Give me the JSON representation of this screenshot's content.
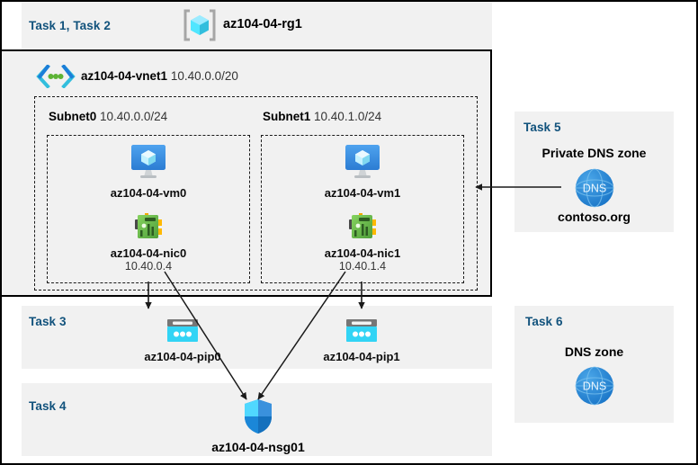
{
  "diagram": {
    "title_region": {
      "task_label": "Task 1, Task 2",
      "resource_group": {
        "icon": "resource-group-icon",
        "name": "az104-04-rg1"
      }
    },
    "vnet": {
      "icon": "virtual-network-icon",
      "name": "az104-04-vnet1",
      "cidr": "10.40.0.0/20"
    },
    "subnets": [
      {
        "name": "Subnet0",
        "cidr": "10.40.0.0/24",
        "vm": {
          "icon": "virtual-machine-icon",
          "name": "az104-04-vm0"
        },
        "nic": {
          "icon": "network-interface-icon",
          "name": "az104-04-nic0",
          "ip": "10.40.0.4"
        }
      },
      {
        "name": "Subnet1",
        "cidr": "10.40.1.0/24",
        "vm": {
          "icon": "virtual-machine-icon",
          "name": "az104-04-vm1"
        },
        "nic": {
          "icon": "network-interface-icon",
          "name": "az104-04-nic1",
          "ip": "10.40.1.4"
        }
      }
    ],
    "task3": {
      "task_label": "Task 3",
      "public_ip": {
        "icon": "public-ip-address-icon",
        "name": "az104-04-pip0"
      }
    },
    "task3b": {
      "public_ip": {
        "icon": "public-ip-address-icon",
        "name": "az104-04-pip1"
      }
    },
    "task4": {
      "task_label": "Task 4",
      "nsg": {
        "icon": "network-security-group-shield-icon",
        "name": "az104-04-nsg01"
      }
    },
    "task5": {
      "task_label": "Task 5",
      "heading": "Private DNS zone",
      "dns": {
        "icon": "dns-zone-icon",
        "glyph": "DNS",
        "name": "contoso.org"
      }
    },
    "task6": {
      "task_label": "Task 6",
      "heading": "DNS zone",
      "dns": {
        "icon": "dns-zone-icon",
        "glyph": "DNS"
      }
    },
    "colors": {
      "task_label": "#11527c",
      "panel_bg": "#f1f1f1",
      "border": "#000000",
      "azure_blue": "#0078d4",
      "cyan": "#32c8ea",
      "nic_green": "#6fbd44",
      "dns_blue": "#1d7fd4"
    }
  }
}
